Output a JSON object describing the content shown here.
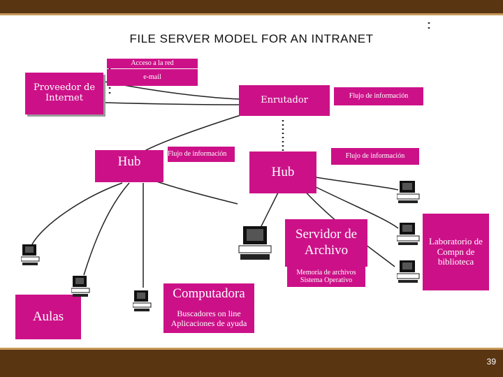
{
  "slide": {
    "title": "FILE SERVER MODEL FOR AN INTRANET",
    "page_number": "39"
  },
  "nodes": {
    "acceso": "Acceso a la red",
    "email": "e-mail",
    "proveedor": "Proveedor de Internet",
    "enrutador": "Enrutador",
    "flujo_1": "Flujo de información",
    "flujo_2": "Flujo de información",
    "flujo_3": "Flujo de información",
    "hub_left": "Hub",
    "hub_right": "Hub",
    "servidor": "Servidor de Archivo",
    "memoria": "Memoria de archivos Sistema Operativo",
    "laboratorio": "Laboratorio de Compn de biblioteca",
    "computadora": "Computadora",
    "buscadores": "Buscadores on line Aplicaciones de ayuda",
    "aulas": "Aulas"
  },
  "colors": {
    "box": "#cc1188",
    "bar": "#5a3512",
    "accent": "#c79a5a"
  }
}
